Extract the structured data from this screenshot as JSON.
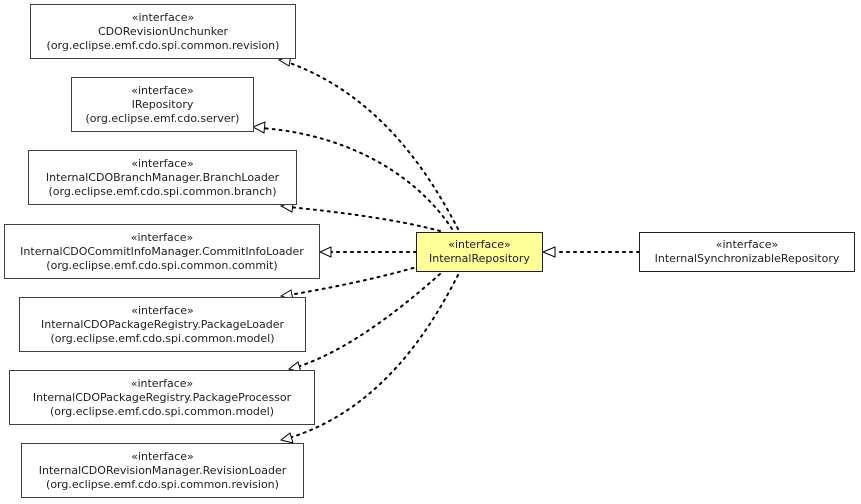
{
  "stereotype": "«interface»",
  "center": {
    "name": "InternalRepository",
    "highlight_color": "#ffff99"
  },
  "subinterface": {
    "name": "InternalSynchronizableRepository"
  },
  "superinterfaces": [
    {
      "name": "CDORevisionUnchunker",
      "package": "(org.eclipse.emf.cdo.spi.common.revision)"
    },
    {
      "name": "IRepository",
      "package": "(org.eclipse.emf.cdo.server)"
    },
    {
      "name": "InternalCDOBranchManager.BranchLoader",
      "package": "(org.eclipse.emf.cdo.spi.common.branch)"
    },
    {
      "name": "InternalCDOCommitInfoManager.CommitInfoLoader",
      "package": "(org.eclipse.emf.cdo.spi.common.commit)"
    },
    {
      "name": "InternalCDOPackageRegistry.PackageLoader",
      "package": "(org.eclipse.emf.cdo.spi.common.model)"
    },
    {
      "name": "InternalCDOPackageRegistry.PackageProcessor",
      "package": "(org.eclipse.emf.cdo.spi.common.model)"
    },
    {
      "name": "InternalCDORevisionManager.RevisionLoader",
      "package": "(org.eclipse.emf.cdo.spi.common.revision)"
    }
  ]
}
